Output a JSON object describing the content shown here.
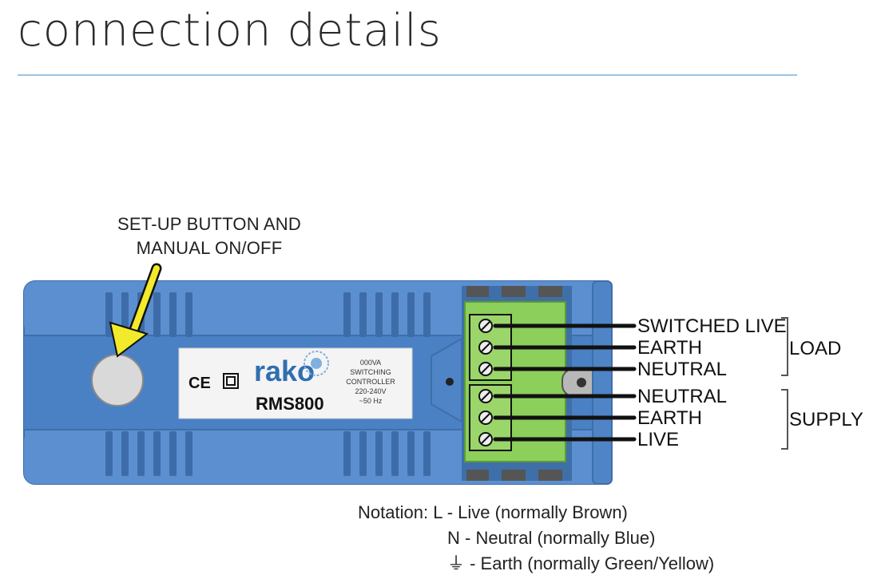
{
  "header": {
    "title": "connection details"
  },
  "callout": {
    "line1": "SET-UP BUTTON AND",
    "line2": "MANUAL ON/OFF"
  },
  "device": {
    "brand": "rako",
    "model": "RMS800",
    "marks": "CE",
    "spec_lines": [
      "000VA",
      "SWITCHING",
      "CONTROLLER",
      "220-240V",
      "~50 Hz"
    ]
  },
  "wires": {
    "load": [
      "SWITCHED LIVE",
      "EARTH",
      "NEUTRAL"
    ],
    "supply": [
      "NEUTRAL",
      "EARTH",
      "LIVE"
    ]
  },
  "groups": {
    "load": "LOAD",
    "supply": "SUPPLY"
  },
  "notation": {
    "heading": "Notation:",
    "live": "L - Live (normally Brown)",
    "neutral": "N - Neutral (normally Blue)",
    "earth": "⏚ - Earth (normally Green/Yellow)"
  },
  "colors": {
    "housing": "#5b8fd0",
    "terminal_block": "#8ccf5a",
    "callout_arrow": "#f2ea2a",
    "rule": "#9cc3e4"
  }
}
